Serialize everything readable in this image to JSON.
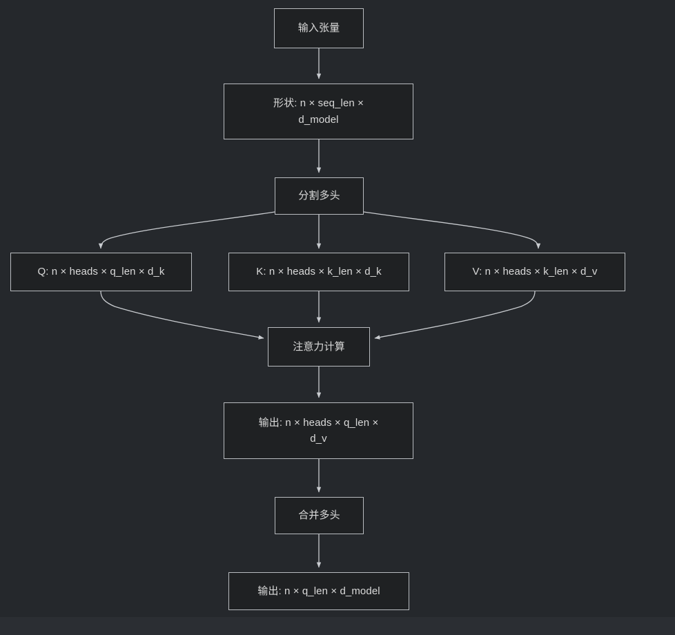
{
  "diagram": {
    "type": "flowchart",
    "direction": "top-to-bottom",
    "background_color": "#25282c",
    "node_fill_color": "#1f2123",
    "node_border_color": "#b9bcc0",
    "text_color": "#dadada",
    "edge_color": "#c9ccd0",
    "nodes": {
      "input_tensor": {
        "label": "输入张量"
      },
      "shape": {
        "label": "形状: n × seq_len ×\nd_model"
      },
      "split_heads": {
        "label": "分割多头"
      },
      "q": {
        "label": "Q: n × heads × q_len × d_k"
      },
      "k": {
        "label": "K: n × heads × k_len × d_k"
      },
      "v": {
        "label": "V: n × heads × k_len × d_v"
      },
      "attention": {
        "label": "注意力计算"
      },
      "output_heads": {
        "label": "输出: n × heads × q_len ×\nd_v"
      },
      "merge_heads": {
        "label": "合并多头"
      },
      "output_final": {
        "label": "输出: n × q_len × d_model"
      }
    },
    "edges": [
      {
        "from": "input_tensor",
        "to": "shape",
        "style": "straight-arrow"
      },
      {
        "from": "shape",
        "to": "split_heads",
        "style": "straight-arrow"
      },
      {
        "from": "split_heads",
        "to": "q",
        "style": "curved-arrow"
      },
      {
        "from": "split_heads",
        "to": "k",
        "style": "straight-arrow"
      },
      {
        "from": "split_heads",
        "to": "v",
        "style": "curved-arrow"
      },
      {
        "from": "q",
        "to": "attention",
        "style": "curved-arrow"
      },
      {
        "from": "k",
        "to": "attention",
        "style": "straight-arrow"
      },
      {
        "from": "v",
        "to": "attention",
        "style": "curved-arrow"
      },
      {
        "from": "attention",
        "to": "output_heads",
        "style": "straight-arrow"
      },
      {
        "from": "output_heads",
        "to": "merge_heads",
        "style": "straight-arrow"
      },
      {
        "from": "merge_heads",
        "to": "output_final",
        "style": "straight-arrow"
      }
    ]
  }
}
